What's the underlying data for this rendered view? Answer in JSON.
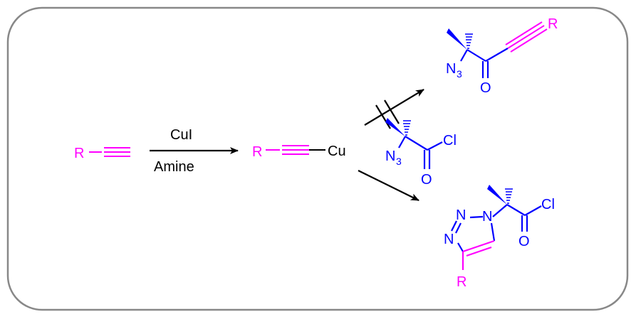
{
  "colors": {
    "frame": "#888888",
    "alkyne": "#ff00ff",
    "azide_part": "#0000ff",
    "text": "#000000"
  },
  "reagents": {
    "catalyst": "CuI",
    "base": "Amine"
  },
  "atoms": {
    "R": "R",
    "Cu": "Cu",
    "N": "N",
    "N3_N": "N",
    "N3_sub": "3",
    "O": "O",
    "Cl": "Cl"
  }
}
